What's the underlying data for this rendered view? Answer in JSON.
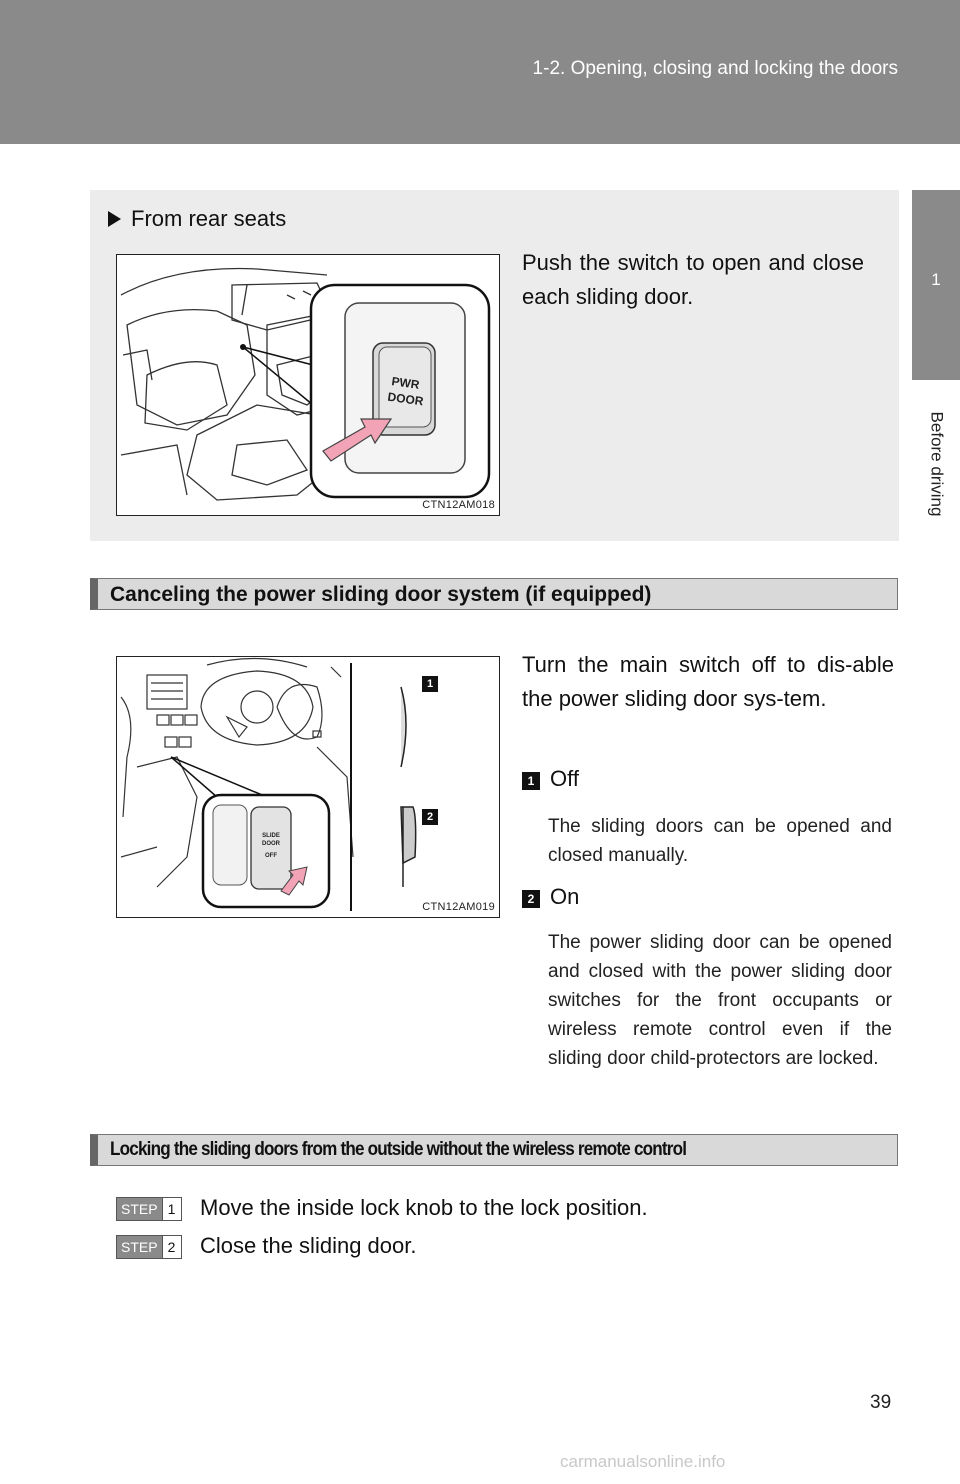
{
  "header": {
    "title": "1-2. Opening, closing and locking the doors"
  },
  "side_tab": {
    "chapter_number": "1",
    "chapter_label": "Before driving"
  },
  "rear_seats": {
    "heading": "From rear seats",
    "text": "Push the switch to open and close each sliding door.",
    "figure_code": "CTN12AM018",
    "switch_label_1": "PWR",
    "switch_label_2": "DOOR"
  },
  "canceling": {
    "heading": "Canceling the power sliding door system (if equipped)",
    "text": "Turn the main switch off to dis-able the power sliding door sys-tem.",
    "figure_code": "CTN12AM019",
    "switch_label_1": "SLIDE",
    "switch_label_2": "DOOR",
    "switch_label_3": "OFF",
    "items": [
      {
        "number": "1",
        "label": "Off",
        "description": "The sliding doors can be opened and closed manually."
      },
      {
        "number": "2",
        "label": "On",
        "description": "The power sliding door can be opened and closed with the power sliding door switches for the front occupants or wireless remote control even if the sliding door child-protectors are locked."
      }
    ]
  },
  "locking": {
    "heading": "Locking the sliding doors from the outside without the wireless remote control",
    "step_word": "STEP",
    "steps": [
      {
        "number": "1",
        "text": "Move the inside lock knob to the lock position."
      },
      {
        "number": "2",
        "text": "Close the sliding door."
      }
    ]
  },
  "page_number": "39",
  "watermark": "carmanualsonline.info",
  "colors": {
    "header_gray": "#8a8a8a",
    "box_gray": "#ececec",
    "arrow_pink": "#f2a3b6"
  }
}
